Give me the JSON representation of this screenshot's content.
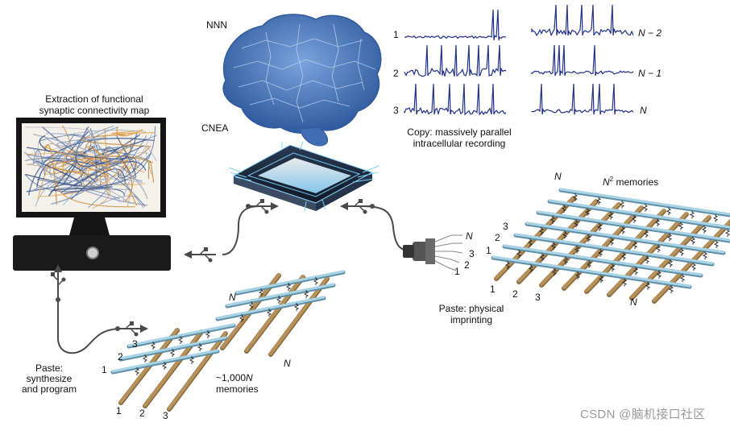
{
  "labels": {
    "nnn": "NNN",
    "cnea": "CNEA",
    "extraction_line1": "Extraction of functional",
    "extraction_line2": "synaptic connectivity map",
    "copy_line1": "Copy: massively parallel",
    "copy_line2": "intracellular recording",
    "paste_synth_line1": "Paste:",
    "paste_synth_line2": "synthesize",
    "paste_synth_line3": "and program",
    "paste_imprint_line1": "Paste: physical",
    "paste_imprint_line2": "imprinting",
    "memories_small_line1": "~1,000",
    "memories_small_line1_var": "N",
    "memories_small_line2": "memories",
    "memories_big_base": "N",
    "memories_big_sup": "2",
    "memories_big_rest": " memories",
    "watermark": "CSDN @脑机接口社区"
  },
  "trace_labels": {
    "left": [
      "1",
      "2",
      "3"
    ],
    "right": [
      "N − 2",
      "N − 1",
      "N"
    ]
  },
  "grid_small_labels": {
    "rows": [
      "1",
      "2",
      "3",
      "N"
    ],
    "cols": [
      "1",
      "2",
      "3",
      "N"
    ]
  },
  "grid_big_labels": {
    "rows": [
      "1",
      "2",
      "3",
      "N"
    ],
    "cols": [
      "1",
      "2",
      "3",
      "N"
    ]
  },
  "connector_labels": [
    "N",
    "3",
    "2",
    "1"
  ],
  "colors": {
    "brain": "#5b86c8",
    "brain_dark": "#2f5a9e",
    "trace": "#1f2f8c",
    "wire_blue": "#a9d3e6",
    "wire_brown": "#b7905a",
    "chip_dark": "#1e2b3d",
    "chip_glow": "#9fe0ff",
    "monitor": "#151515",
    "cable": "#4a4a4a"
  }
}
